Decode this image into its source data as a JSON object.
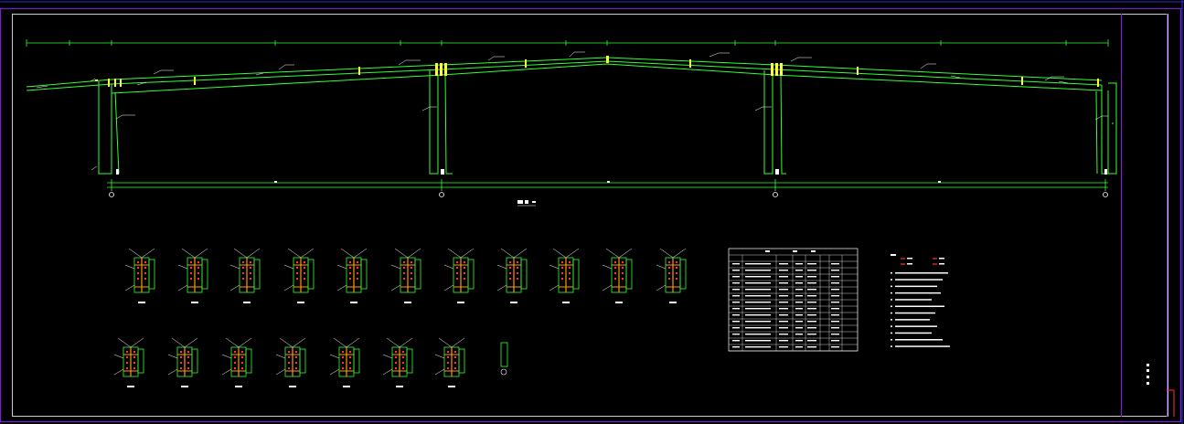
{
  "drawing": {
    "type": "portal-frame steel structure CAD sheet",
    "colors": {
      "background": "#000000",
      "sheet_border": "#7a1fd0",
      "inner_frame": "#ffffff",
      "frame_members": "#33ff33",
      "dimension_lines": "#33ff33",
      "member_tags": "#ffff33",
      "bolts": "#ff3333",
      "node_plates": "#ff9900",
      "leader_text": "#ffffff",
      "blue_edge": "#2b2bd6"
    },
    "elevation": {
      "title_text": "",
      "grid_axes": 4,
      "columns": 4,
      "roof_slope": "double pitch",
      "bay_count": 3
    },
    "details": {
      "row1_count": 11,
      "row2_count": 7,
      "caption_text": ""
    },
    "member_table": {
      "rows": 14,
      "columns": 8,
      "cell_text_legible": false
    },
    "notes": {
      "line_count": 12,
      "legend_items": 4,
      "legible": false
    },
    "title_block": {
      "vertical_text_legible": false
    }
  }
}
